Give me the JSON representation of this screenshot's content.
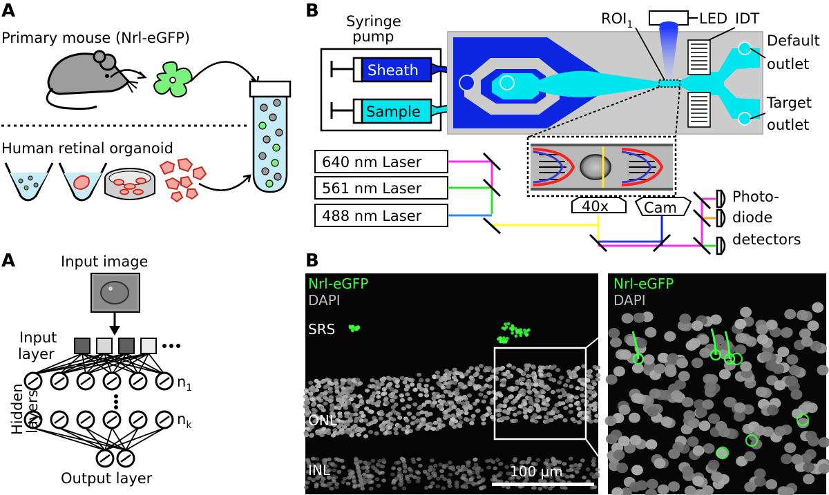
{
  "panels": {
    "top_left": "A",
    "top_right": "B",
    "bottom_left": "A",
    "bottom_right": "B"
  },
  "isolation": {
    "mouse_label": "Primary mouse (Nrl-eGFP)",
    "organoid_label": "Human retinal organoid"
  },
  "setup": {
    "syringe_pump": [
      "Syringe",
      "pump"
    ],
    "sheath": "Sheath",
    "sample": "Sample",
    "roi": "ROI",
    "roi_sub": "1",
    "led": "LED",
    "idt": "IDT",
    "default_outlet": [
      "Default",
      "outlet"
    ],
    "target_outlet": [
      "Target",
      "outlet"
    ],
    "lasers": [
      "640 nm Laser",
      "561 nm Laser",
      "488 nm Laser"
    ],
    "objective": "40x",
    "camera": "Cam",
    "detectors": [
      "Photo-",
      "diode",
      "detectors"
    ]
  },
  "network": {
    "input_image": "Input image",
    "input_layer": [
      "Input",
      "layer"
    ],
    "hidden_layers": [
      "Hidden",
      "layers"
    ],
    "n1": "n",
    "n1_sub": "1",
    "nk": "n",
    "nk_sub": "k",
    "output_layer": "Output layer"
  },
  "micrographs": {
    "marker_1": "Nrl-eGFP",
    "marker_2": "DAPI",
    "srs": "SRS",
    "onl": "ONL",
    "inl": "INL",
    "scale_bar": "100 µm"
  },
  "colors": {
    "chip_blue": "#0b25e0",
    "channel_cyan": "#00e6ef",
    "laser_640": "#ff2cf0",
    "laser_561": "#2fe02f",
    "laser_488": "#2a8de8",
    "combined_beam": "#ffff2a",
    "egfp_green": "#3cff3c",
    "dapi_gray": "#bdbdbd"
  }
}
